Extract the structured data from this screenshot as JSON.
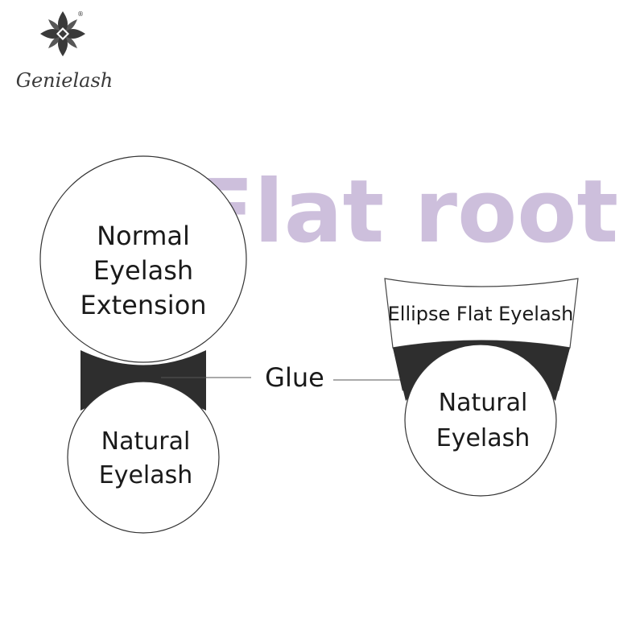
{
  "brand": {
    "name": "Genielash",
    "registered_mark": "®"
  },
  "title": {
    "text": "Flat root",
    "color": "#cdbfdc"
  },
  "left_diagram": {
    "top_circle_label": [
      "Normal",
      "Eyelash",
      "Extension"
    ],
    "bottom_circle_label": [
      "Natural",
      "Eyelash"
    ]
  },
  "glue_label": "Glue",
  "right_diagram": {
    "top_shape_label": "Ellipse Flat Eyelash",
    "bottom_circle_label": [
      "Natural",
      "Eyelash"
    ]
  },
  "colors": {
    "glue": "#2e2e2e",
    "stroke": "#333333",
    "text": "#1a1a1a"
  }
}
